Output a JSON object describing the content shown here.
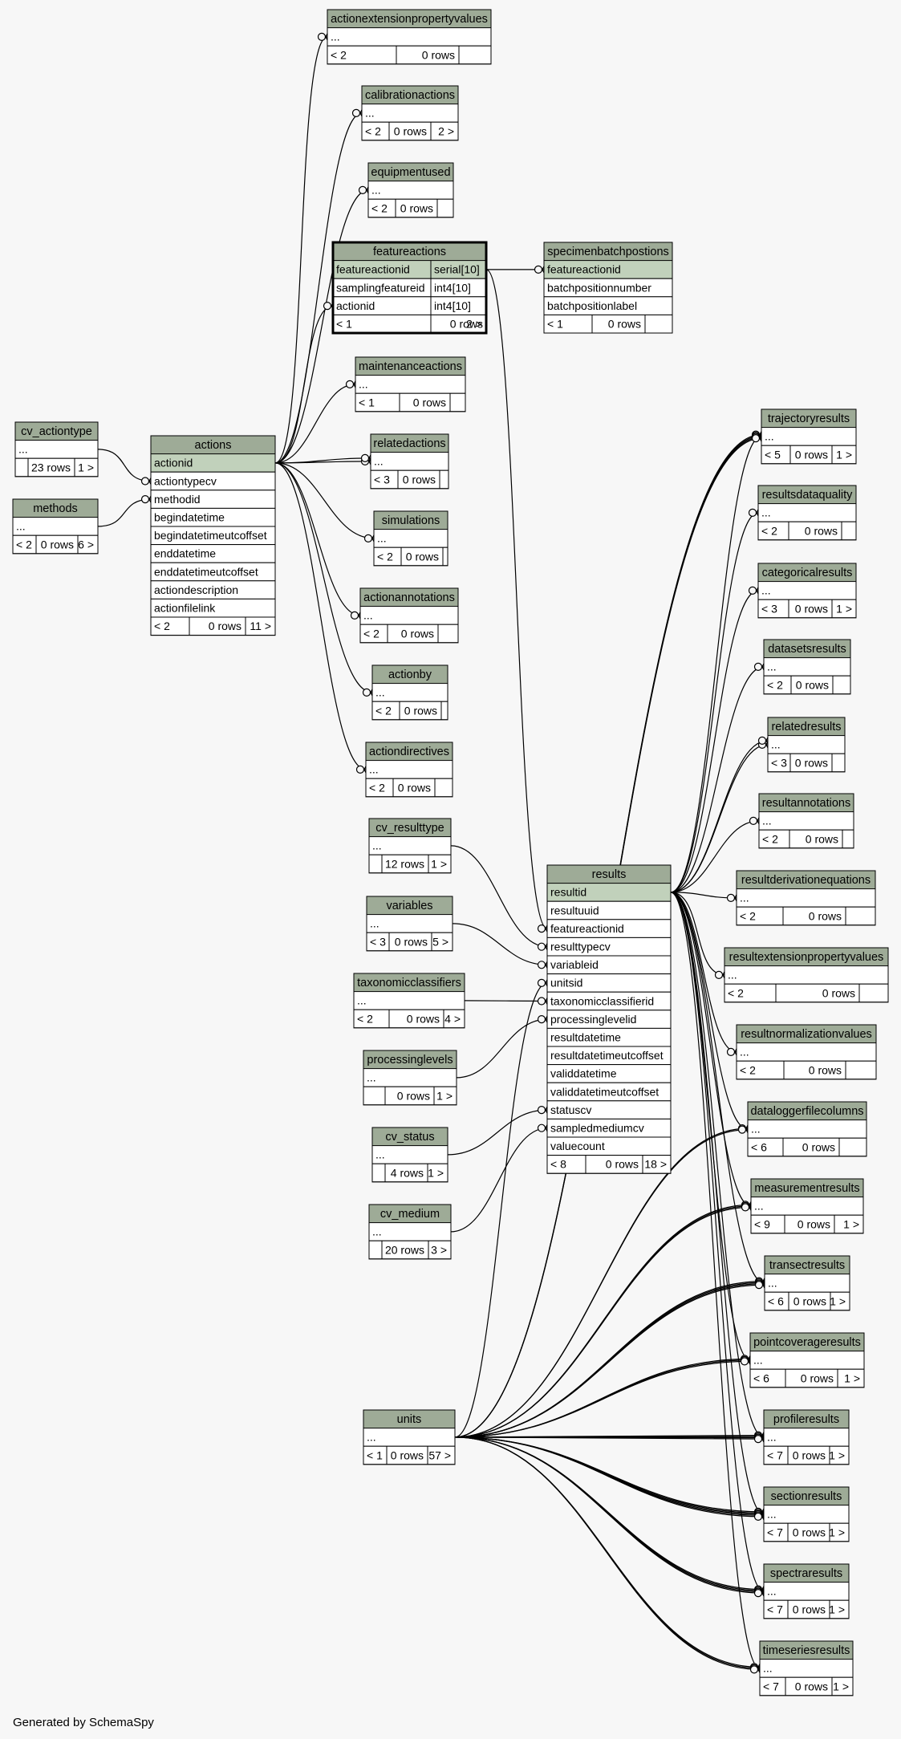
{
  "colors": {
    "background": "#f7f7f7",
    "header": "#9eab97",
    "key_row": "#c1d1bb",
    "border": "#000000"
  },
  "footer": "Generated by SchemaSpy",
  "tables": [
    {
      "id": "actionextensionpropertyvalues",
      "title": "actionextensionpropertyvalues",
      "rows": [
        "..."
      ],
      "stats": [
        "< 2",
        "0 rows",
        ""
      ]
    },
    {
      "id": "calibrationactions",
      "title": "calibrationactions",
      "rows": [
        "..."
      ],
      "stats": [
        "< 2",
        "0 rows",
        "2 >"
      ]
    },
    {
      "id": "equipmentused",
      "title": "equipmentused",
      "rows": [
        "..."
      ],
      "stats": [
        "< 2",
        "0 rows",
        ""
      ]
    },
    {
      "id": "featureactions",
      "title": "featureactions",
      "rows": [
        [
          "featureactionid",
          "serial[10]"
        ],
        [
          "samplingfeatureid",
          "int4[10]"
        ],
        [
          "actionid",
          "int4[10]"
        ]
      ],
      "keyRows": [
        0
      ],
      "stats": [
        "< 1",
        "0 rows",
        "2 >"
      ]
    },
    {
      "id": "specimenbatchpostions",
      "title": "specimenbatchpostions",
      "rows": [
        "featureactionid",
        "batchpositionnumber",
        "batchpositionlabel"
      ],
      "keyRows": [
        0
      ],
      "stats": [
        "< 1",
        "0 rows",
        ""
      ]
    },
    {
      "id": "maintenanceactions",
      "title": "maintenanceactions",
      "rows": [
        "..."
      ],
      "stats": [
        "< 1",
        "0 rows",
        ""
      ]
    },
    {
      "id": "relatedactions",
      "title": "relatedactions",
      "rows": [
        "..."
      ],
      "stats": [
        "< 3",
        "0 rows",
        ""
      ]
    },
    {
      "id": "simulations",
      "title": "simulations",
      "rows": [
        "..."
      ],
      "stats": [
        "< 2",
        "0 rows",
        ""
      ]
    },
    {
      "id": "actionannotations",
      "title": "actionannotations",
      "rows": [
        "..."
      ],
      "stats": [
        "< 2",
        "0 rows",
        ""
      ]
    },
    {
      "id": "actionby",
      "title": "actionby",
      "rows": [
        "..."
      ],
      "stats": [
        "< 2",
        "0 rows",
        ""
      ]
    },
    {
      "id": "actiondirectives",
      "title": "actiondirectives",
      "rows": [
        "..."
      ],
      "stats": [
        "< 2",
        "0 rows",
        ""
      ]
    },
    {
      "id": "cv_actiontype",
      "title": "cv_actiontype",
      "rows": [
        "..."
      ],
      "stats": [
        "",
        "23 rows",
        "1 >"
      ]
    },
    {
      "id": "methods",
      "title": "methods",
      "rows": [
        "..."
      ],
      "stats": [
        "< 2",
        "0 rows",
        "6 >"
      ]
    },
    {
      "id": "actions",
      "title": "actions",
      "rows": [
        "actionid",
        "actiontypecv",
        "methodid",
        "begindatetime",
        "begindatetimeutcoffset",
        "enddatetime",
        "enddatetimeutcoffset",
        "actiondescription",
        "actionfilelink"
      ],
      "keyRows": [
        0
      ],
      "stats": [
        "< 2",
        "0 rows",
        "11 >"
      ]
    },
    {
      "id": "cv_resulttype",
      "title": "cv_resulttype",
      "rows": [
        "..."
      ],
      "stats": [
        "",
        "12 rows",
        "1 >"
      ]
    },
    {
      "id": "variables",
      "title": "variables",
      "rows": [
        "..."
      ],
      "stats": [
        "< 3",
        "0 rows",
        "5 >"
      ]
    },
    {
      "id": "taxonomicclassifiers",
      "title": "taxonomicclassifiers",
      "rows": [
        "..."
      ],
      "stats": [
        "< 2",
        "0 rows",
        "4 >"
      ]
    },
    {
      "id": "processinglevels",
      "title": "processinglevels",
      "rows": [
        "..."
      ],
      "stats": [
        "",
        "0 rows",
        "1 >"
      ]
    },
    {
      "id": "cv_status",
      "title": "cv_status",
      "rows": [
        "..."
      ],
      "stats": [
        "",
        "4 rows",
        "1 >"
      ]
    },
    {
      "id": "cv_medium",
      "title": "cv_medium",
      "rows": [
        "..."
      ],
      "stats": [
        "",
        "20 rows",
        "3 >"
      ]
    },
    {
      "id": "units",
      "title": "units",
      "rows": [
        "..."
      ],
      "stats": [
        "< 1",
        "0 rows",
        "57 >"
      ]
    },
    {
      "id": "results",
      "title": "results",
      "rows": [
        "resultid",
        "resultuuid",
        "featureactionid",
        "resulttypecv",
        "variableid",
        "unitsid",
        "taxonomicclassifierid",
        "processinglevelid",
        "resultdatetime",
        "resultdatetimeutcoffset",
        "validdatetime",
        "validdatetimeutcoffset",
        "statuscv",
        "sampledmediumcv",
        "valuecount"
      ],
      "keyRows": [
        0
      ],
      "stats": [
        "< 8",
        "0 rows",
        "18 >"
      ]
    },
    {
      "id": "trajectoryresults",
      "title": "trajectoryresults",
      "rows": [
        "..."
      ],
      "stats": [
        "< 5",
        "0 rows",
        "1 >"
      ]
    },
    {
      "id": "resultsdataquality",
      "title": "resultsdataquality",
      "rows": [
        "..."
      ],
      "stats": [
        "< 2",
        "0 rows",
        ""
      ]
    },
    {
      "id": "categoricalresults",
      "title": "categoricalresults",
      "rows": [
        "..."
      ],
      "stats": [
        "< 3",
        "0 rows",
        "1 >"
      ]
    },
    {
      "id": "datasetsresults",
      "title": "datasetsresults",
      "rows": [
        "..."
      ],
      "stats": [
        "< 2",
        "0 rows",
        ""
      ]
    },
    {
      "id": "relatedresults",
      "title": "relatedresults",
      "rows": [
        "..."
      ],
      "stats": [
        "< 3",
        "0 rows",
        ""
      ]
    },
    {
      "id": "resultannotations",
      "title": "resultannotations",
      "rows": [
        "..."
      ],
      "stats": [
        "< 2",
        "0 rows",
        ""
      ]
    },
    {
      "id": "resultderivationequations",
      "title": "resultderivationequations",
      "rows": [
        "..."
      ],
      "stats": [
        "< 2",
        "0 rows",
        ""
      ]
    },
    {
      "id": "resultextensionpropertyvalues",
      "title": "resultextensionpropertyvalues",
      "rows": [
        "..."
      ],
      "stats": [
        "< 2",
        "0 rows",
        ""
      ]
    },
    {
      "id": "resultnormalizationvalues",
      "title": "resultnormalizationvalues",
      "rows": [
        "..."
      ],
      "stats": [
        "< 2",
        "0 rows",
        ""
      ]
    },
    {
      "id": "dataloggerfilecolumns",
      "title": "dataloggerfilecolumns",
      "rows": [
        "..."
      ],
      "stats": [
        "< 6",
        "0 rows",
        ""
      ]
    },
    {
      "id": "measurementresults",
      "title": "measurementresults",
      "rows": [
        "..."
      ],
      "stats": [
        "< 9",
        "0 rows",
        "1 >"
      ]
    },
    {
      "id": "transectresults",
      "title": "transectresults",
      "rows": [
        "..."
      ],
      "stats": [
        "< 6",
        "0 rows",
        "1 >"
      ]
    },
    {
      "id": "pointcoverageresults",
      "title": "pointcoverageresults",
      "rows": [
        "..."
      ],
      "stats": [
        "< 6",
        "0 rows",
        "1 >"
      ]
    },
    {
      "id": "profileresults",
      "title": "profileresults",
      "rows": [
        "..."
      ],
      "stats": [
        "< 7",
        "0 rows",
        "1 >"
      ]
    },
    {
      "id": "sectionresults",
      "title": "sectionresults",
      "rows": [
        "..."
      ],
      "stats": [
        "< 7",
        "0 rows",
        "1 >"
      ]
    },
    {
      "id": "spectraresults",
      "title": "spectraresults",
      "rows": [
        "..."
      ],
      "stats": [
        "< 7",
        "0 rows",
        "1 >"
      ]
    },
    {
      "id": "timeseriesresults",
      "title": "timeseriesresults",
      "rows": [
        "..."
      ],
      "stats": [
        "< 7",
        "0 rows",
        "1 >"
      ]
    }
  ]
}
